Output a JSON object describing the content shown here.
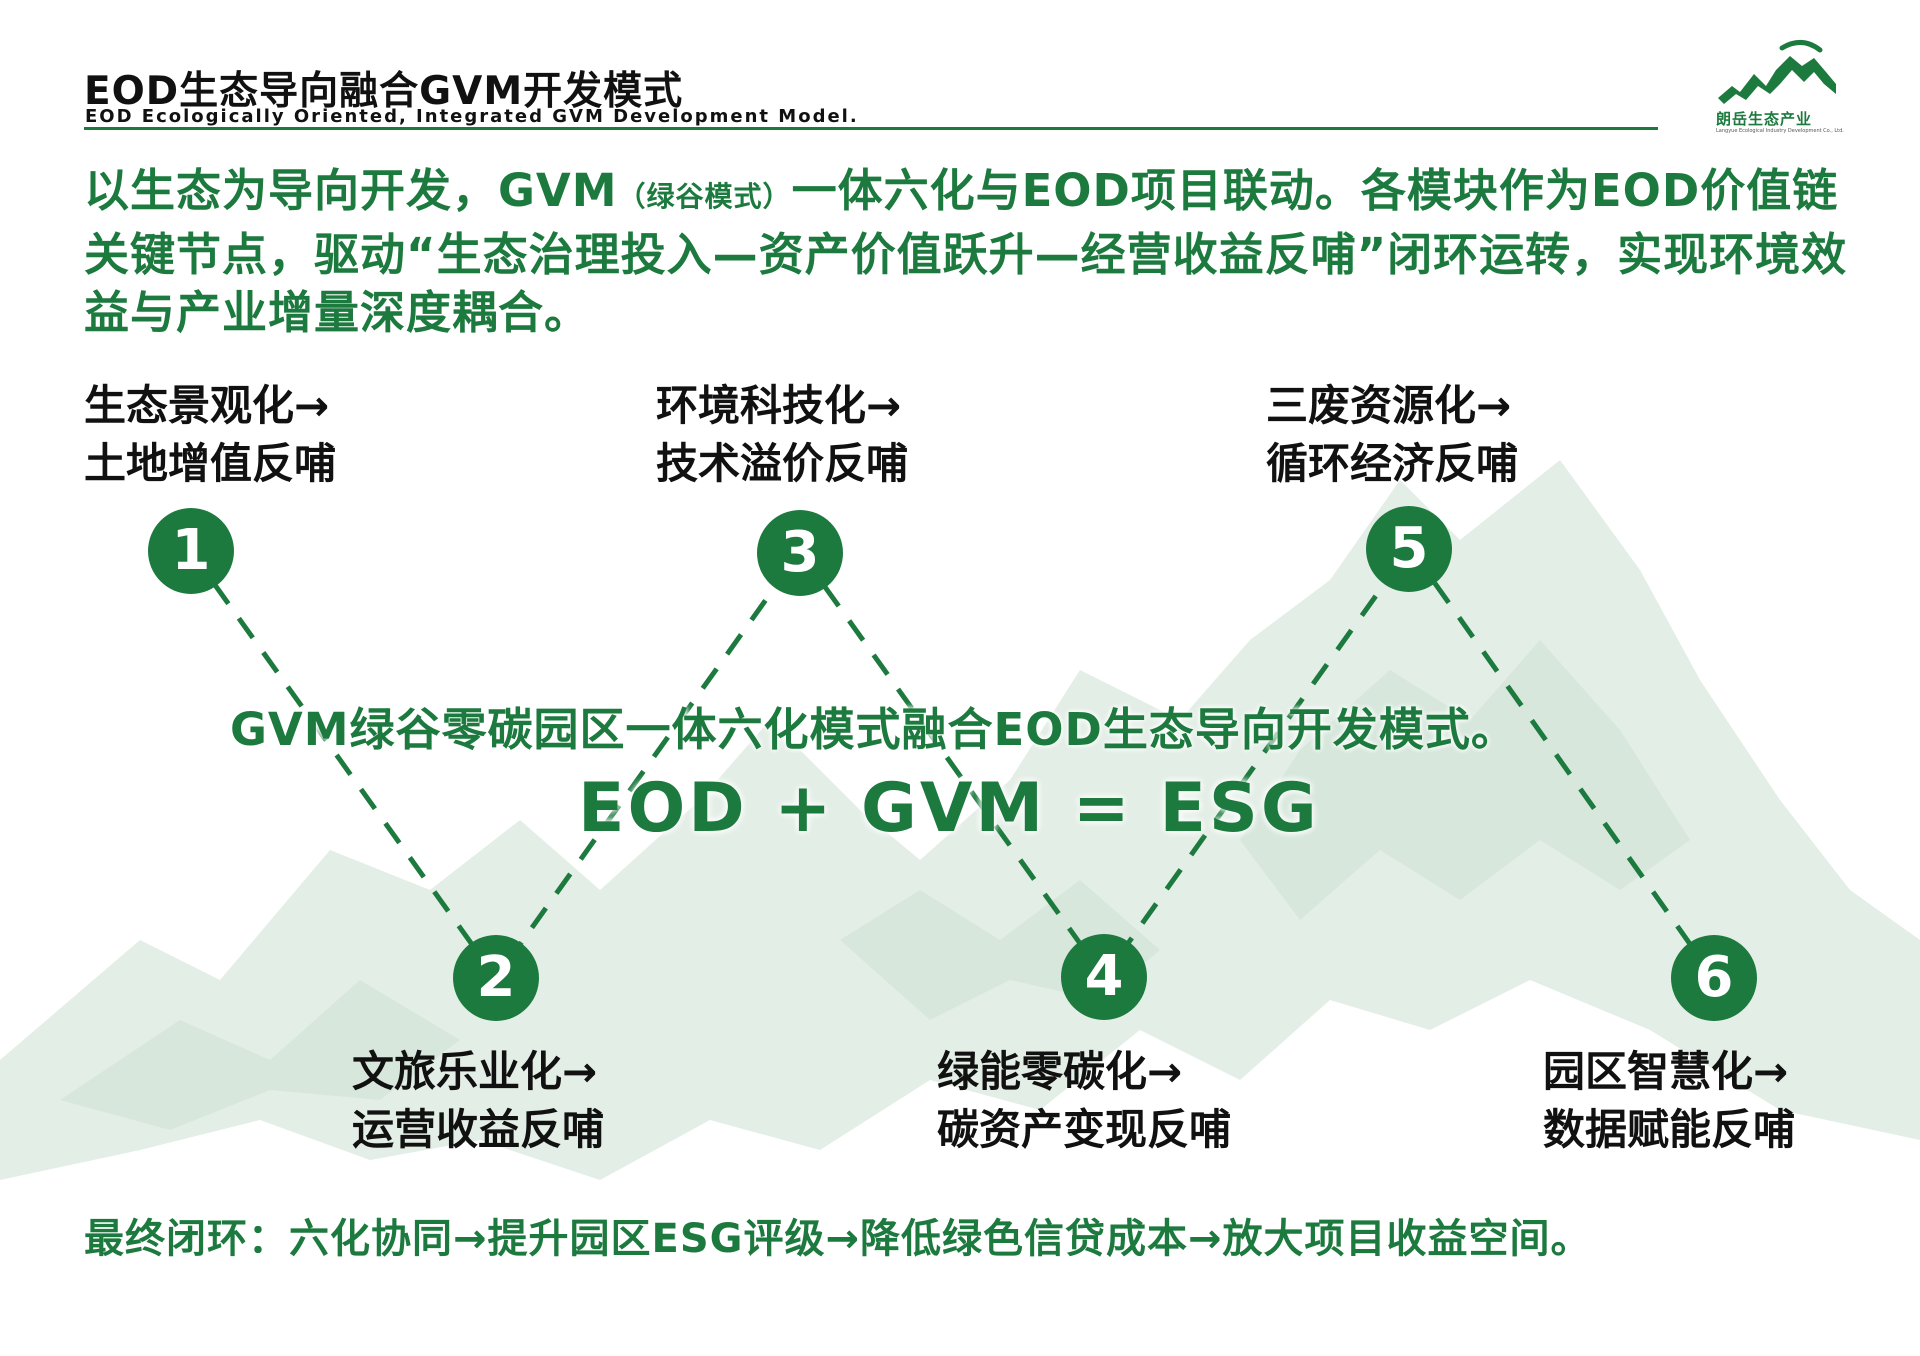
{
  "header": {
    "title_cn": "EOD生态导向融合GVM开发模式",
    "title_en": "EOD Ecologically Oriented, Integrated GVM Development Model.",
    "logo_name": "朗岳生态产业",
    "logo_sub": "Langyue Ecological Industry Development Co., Ltd."
  },
  "intro": {
    "part1": "以生态为导向开发，GVM",
    "part_small": "（绿谷模式）",
    "part2": "一体六化与EOD项目联动。各模块作为EOD价值链关键节点，驱动“生态治理投入—资产价值跃升—经营收益反哺”闭环运转，实现环境效益与产业增量深度耦合。"
  },
  "nodes": [
    {
      "num": "1",
      "line1": "生态景观化→",
      "line2": "土地增值反哺"
    },
    {
      "num": "2",
      "line1": "文旅乐业化→",
      "line2": "运营收益反哺"
    },
    {
      "num": "3",
      "line1": "环境科技化→",
      "line2": "技术溢价反哺"
    },
    {
      "num": "4",
      "line1": "绿能零碳化→",
      "line2": "碳资产变现反哺"
    },
    {
      "num": "5",
      "line1": "三废资源化→",
      "line2": "循环经济反哺"
    },
    {
      "num": "6",
      "line1": "园区智慧化→",
      "line2": "数据赋能反哺"
    }
  ],
  "center": {
    "line1": "GVM绿谷零碳园区一体六化模式融合EOD生态导向开发模式。",
    "formula": "EOD + GVM = ESG"
  },
  "footer": "最终闭环：六化协同→提升园区ESG评级→降低绿色信贷成本→放大项目收益空间。",
  "colors": {
    "primary_green": "#1d7a3f",
    "mountain_green": "#e3eee6",
    "text_dark": "#111111"
  },
  "icons": [
    "mountain-logo-icon"
  ]
}
